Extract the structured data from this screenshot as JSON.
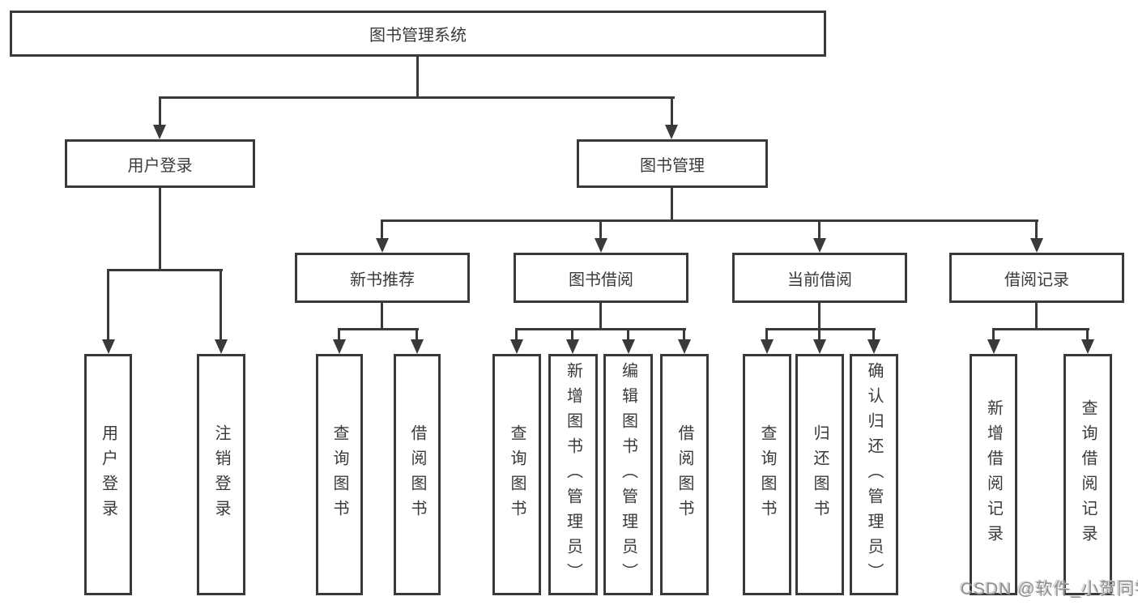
{
  "diagram_type": "hierarchy-tree",
  "colors": {
    "background": "#ffffff",
    "line": "#3a3a3a",
    "box_border": "#3a3a3a",
    "text": "#3a3a3a",
    "watermark": "#8f8f8f"
  },
  "tree": {
    "label": "图书管理系统",
    "children": [
      {
        "label": "用户登录",
        "children": [
          {
            "label": "用户登录"
          },
          {
            "label": "注销登录"
          }
        ]
      },
      {
        "label": "图书管理",
        "children": [
          {
            "label": "新书推荐",
            "children": [
              {
                "label": "查询图书"
              },
              {
                "label": "借阅图书"
              }
            ]
          },
          {
            "label": "图书借阅",
            "children": [
              {
                "label": "查询图书"
              },
              {
                "label": "新增图书（管理员）"
              },
              {
                "label": "编辑图书（管理员）"
              },
              {
                "label": "借阅图书"
              }
            ]
          },
          {
            "label": "当前借阅",
            "children": [
              {
                "label": "查询图书"
              },
              {
                "label": "归还图书"
              },
              {
                "label": "确认归还（管理员）"
              }
            ]
          },
          {
            "label": "借阅记录",
            "children": [
              {
                "label": "新增借阅记录"
              },
              {
                "label": "查询借阅记录"
              }
            ]
          }
        ]
      }
    ]
  },
  "watermark": {
    "text": "CSDN @软件_小贺同学"
  }
}
